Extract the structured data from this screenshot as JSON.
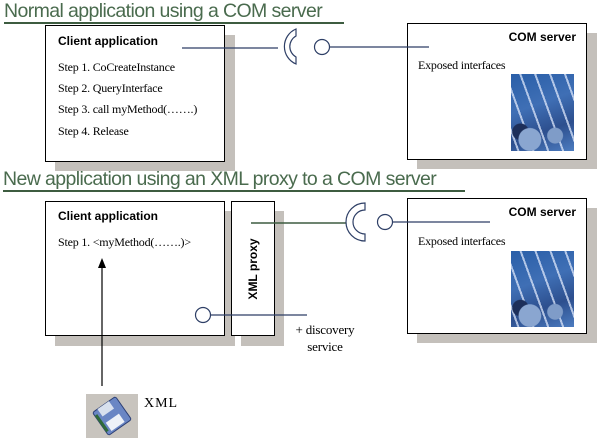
{
  "headings": {
    "normal": "Normal application using a COM server",
    "new": "New application using an XML proxy to a COM server"
  },
  "diagram1": {
    "client": {
      "title": "Client application",
      "steps": [
        "Step 1. CoCreateInstance",
        "Step 2. QueryInterface",
        "Step 3. call myMethod(…….)",
        "Step 4. Release"
      ]
    },
    "server": {
      "title": "COM server",
      "label": "Exposed interfaces",
      "image": "gears-image"
    }
  },
  "diagram2": {
    "client": {
      "title": "Client application",
      "steps": [
        "Step 1. <myMethod(…….)>"
      ]
    },
    "proxy": {
      "label": "XML proxy"
    },
    "discovery": {
      "line1": "+ discovery",
      "line2": "service"
    },
    "server": {
      "title": "COM server",
      "label": "Exposed interfaces",
      "image": "gears-image"
    },
    "xml_source": {
      "label": "XML",
      "icon": "floppy-disk-icon"
    }
  },
  "colors": {
    "heading": "#4a6b4e",
    "connector": "#2e3f66",
    "shadow": "#c4c0bb",
    "proxy_line": "#3d5c40"
  }
}
